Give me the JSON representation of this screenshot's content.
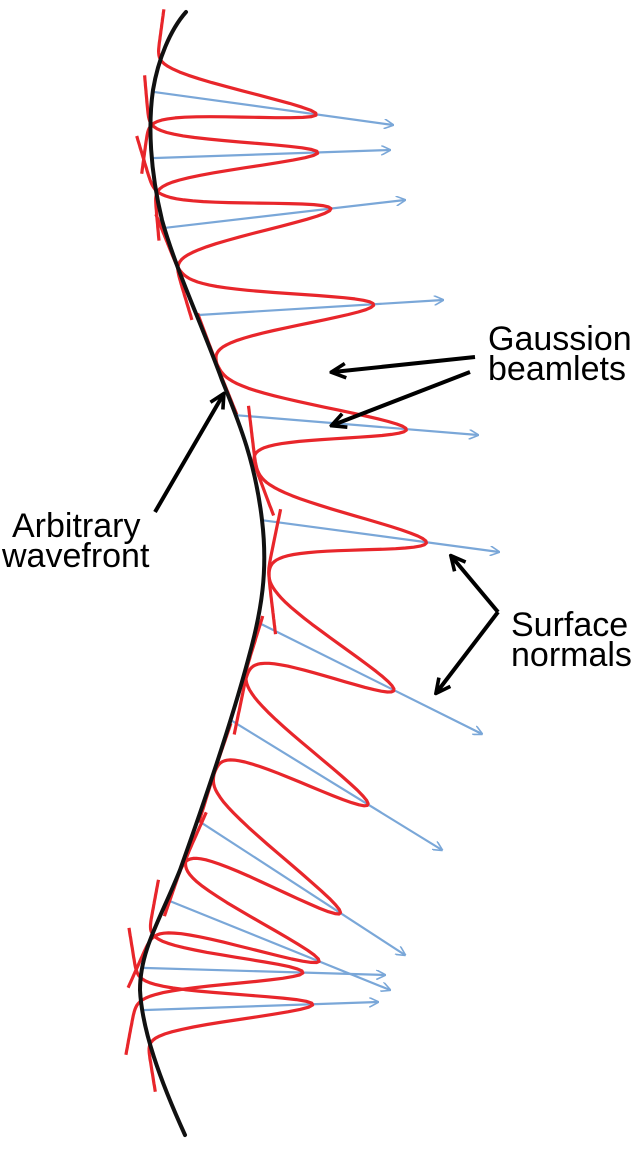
{
  "labels": {
    "gaussian_line1": "Gaussion",
    "gaussian_line2": "beamlets",
    "wavefront_line1": "Arbitrary",
    "wavefront_line2": "wavefront",
    "normals_line1": "Surface",
    "normals_line2": "normals"
  },
  "colors": {
    "wavefront": "#111111",
    "beamlet": "#e8262b",
    "normal": "#7aa7d8",
    "callout": "#000000"
  }
}
